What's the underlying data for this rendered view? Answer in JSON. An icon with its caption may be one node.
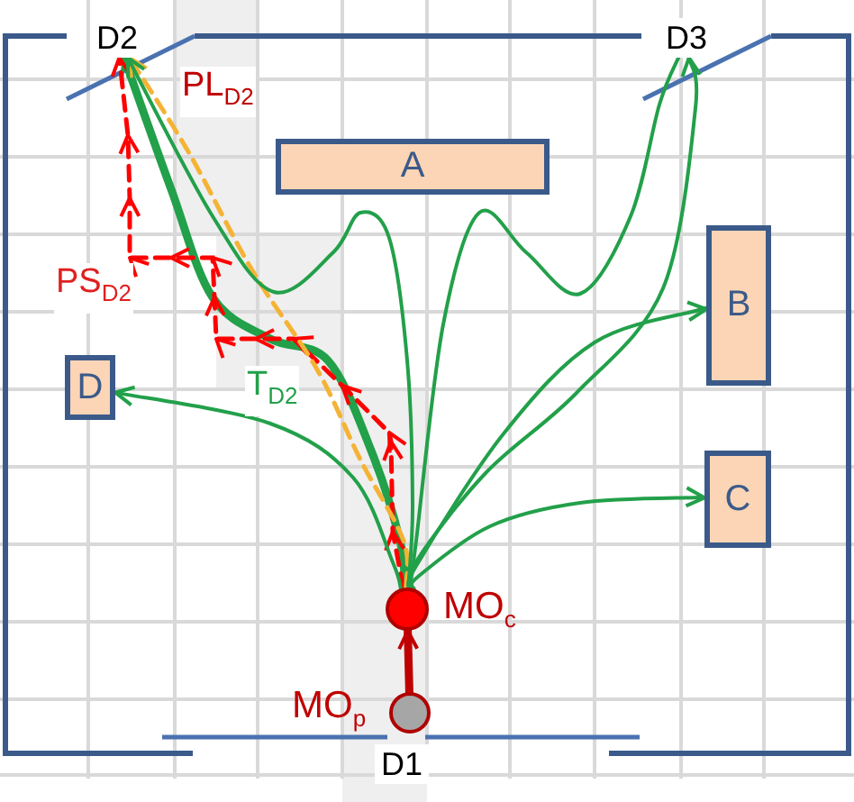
{
  "diagram": {
    "nodes": [
      {
        "text": [
          "D2"
        ]
      },
      {
        "text": [
          "D3"
        ]
      },
      {
        "text": [
          "A"
        ]
      },
      {
        "text": [
          "B"
        ]
      },
      {
        "text": [
          "D"
        ]
      },
      {
        "text": [
          "C"
        ]
      },
      {
        "text": [],
        "shape": "circle",
        "beside": [
          "MO$_{c}$"
        ]
      },
      {
        "text": [],
        "shape": "circle",
        "beside": [
          "MO$_{p}$"
        ]
      },
      {
        "text": [
          "D1"
        ]
      }
    ],
    "edges": [
      {
        "from": 7,
        "to": 6,
        "arrow": "to",
        "color": "#c00000",
        "style": "thick"
      },
      {
        "from": 6,
        "to": 0,
        "arrow": "to",
        "style": "thick",
        "label": "T$_{D2}$"
      },
      {
        "from": 6,
        "to": 0,
        "arrow": "to",
        "style": "dashed",
        "color": "#ff0000",
        "label": "PS$_{D2}$"
      },
      {
        "from": 6,
        "to": 0,
        "arrow": "to",
        "style": "dashed",
        "color": "#f5b335",
        "label": "PL$_{D2}$"
      },
      {
        "from": 6,
        "to": 0,
        "arrow": "to"
      },
      {
        "from": 6,
        "to": 1,
        "arrow": "none"
      },
      {
        "from": 6,
        "to": 1,
        "arrow": "to"
      },
      {
        "from": 6,
        "to": 3,
        "arrow": "to"
      },
      {
        "from": 6,
        "to": 5,
        "arrow": "to"
      },
      {
        "from": 6,
        "to": 4,
        "arrow": "to"
      }
    ]
  }
}
